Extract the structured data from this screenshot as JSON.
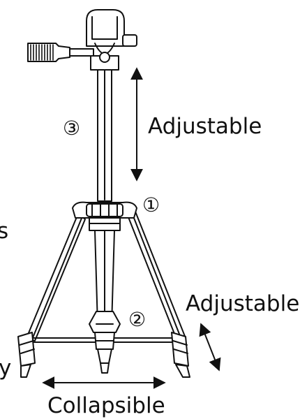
{
  "colors": {
    "ink": "#111111",
    "background": "#ffffff"
  },
  "labels": {
    "adjustable_center": "Adjustable",
    "adjustable_leg": "Adjustable",
    "collapsible": "Collapsible",
    "marker_1": "①",
    "marker_2": "②",
    "marker_3": "③",
    "left_edge_fragment_1": "s",
    "left_edge_fragment_2": "y"
  }
}
